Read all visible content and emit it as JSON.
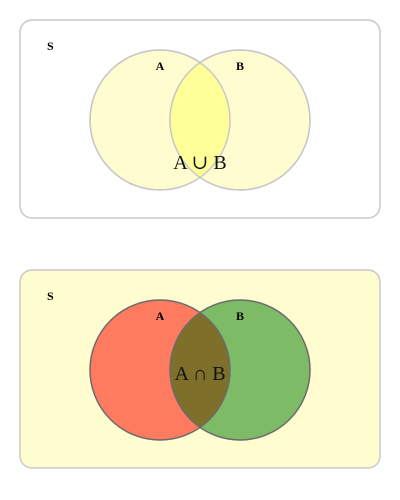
{
  "diagrams": [
    {
      "universe_label": "S",
      "set_a_label": "A",
      "set_b_label": "B",
      "operation_label": "A ∪ B",
      "colors": {
        "universe_fill": "#ffffff",
        "universe_stroke": "#c8c8c8",
        "circle_a_fill": "#fffdd0",
        "circle_b_fill": "#fffdd0",
        "overlap_fill": "#ffff99",
        "circle_stroke": "#c8c8c8"
      }
    },
    {
      "universe_label": "S",
      "set_a_label": "A",
      "set_b_label": "B",
      "operation_label": "A ∩ B",
      "colors": {
        "universe_fill": "#fffdd0",
        "universe_stroke": "#c8c8c8",
        "circle_a_fill": "#ff7b60",
        "circle_b_fill": "#7dbb66",
        "overlap_fill": "#7e6f2a",
        "circle_stroke": "#6b6b6b"
      }
    }
  ]
}
